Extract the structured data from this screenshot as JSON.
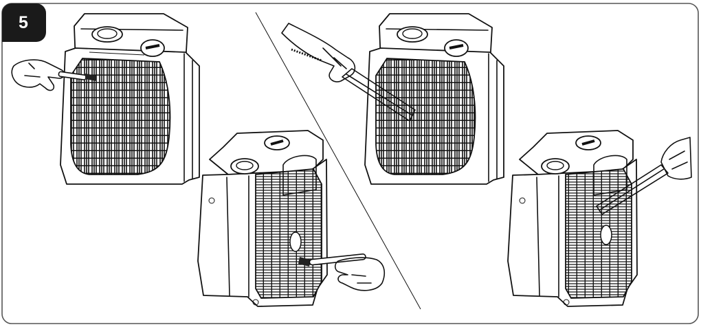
{
  "step": {
    "number": "5"
  },
  "panels": {
    "left": {
      "heater_front": "front-heater-brush-cleaning",
      "heater_back": "back-heater-brush-cleaning"
    },
    "right": {
      "heater_front": "front-heater-vacuum-cleaning",
      "heater_back": "back-heater-vacuum-cleaning"
    }
  },
  "colors": {
    "line": "#111111",
    "badge": "#1a1a1a",
    "frame": "#555555",
    "background": "#ffffff"
  }
}
